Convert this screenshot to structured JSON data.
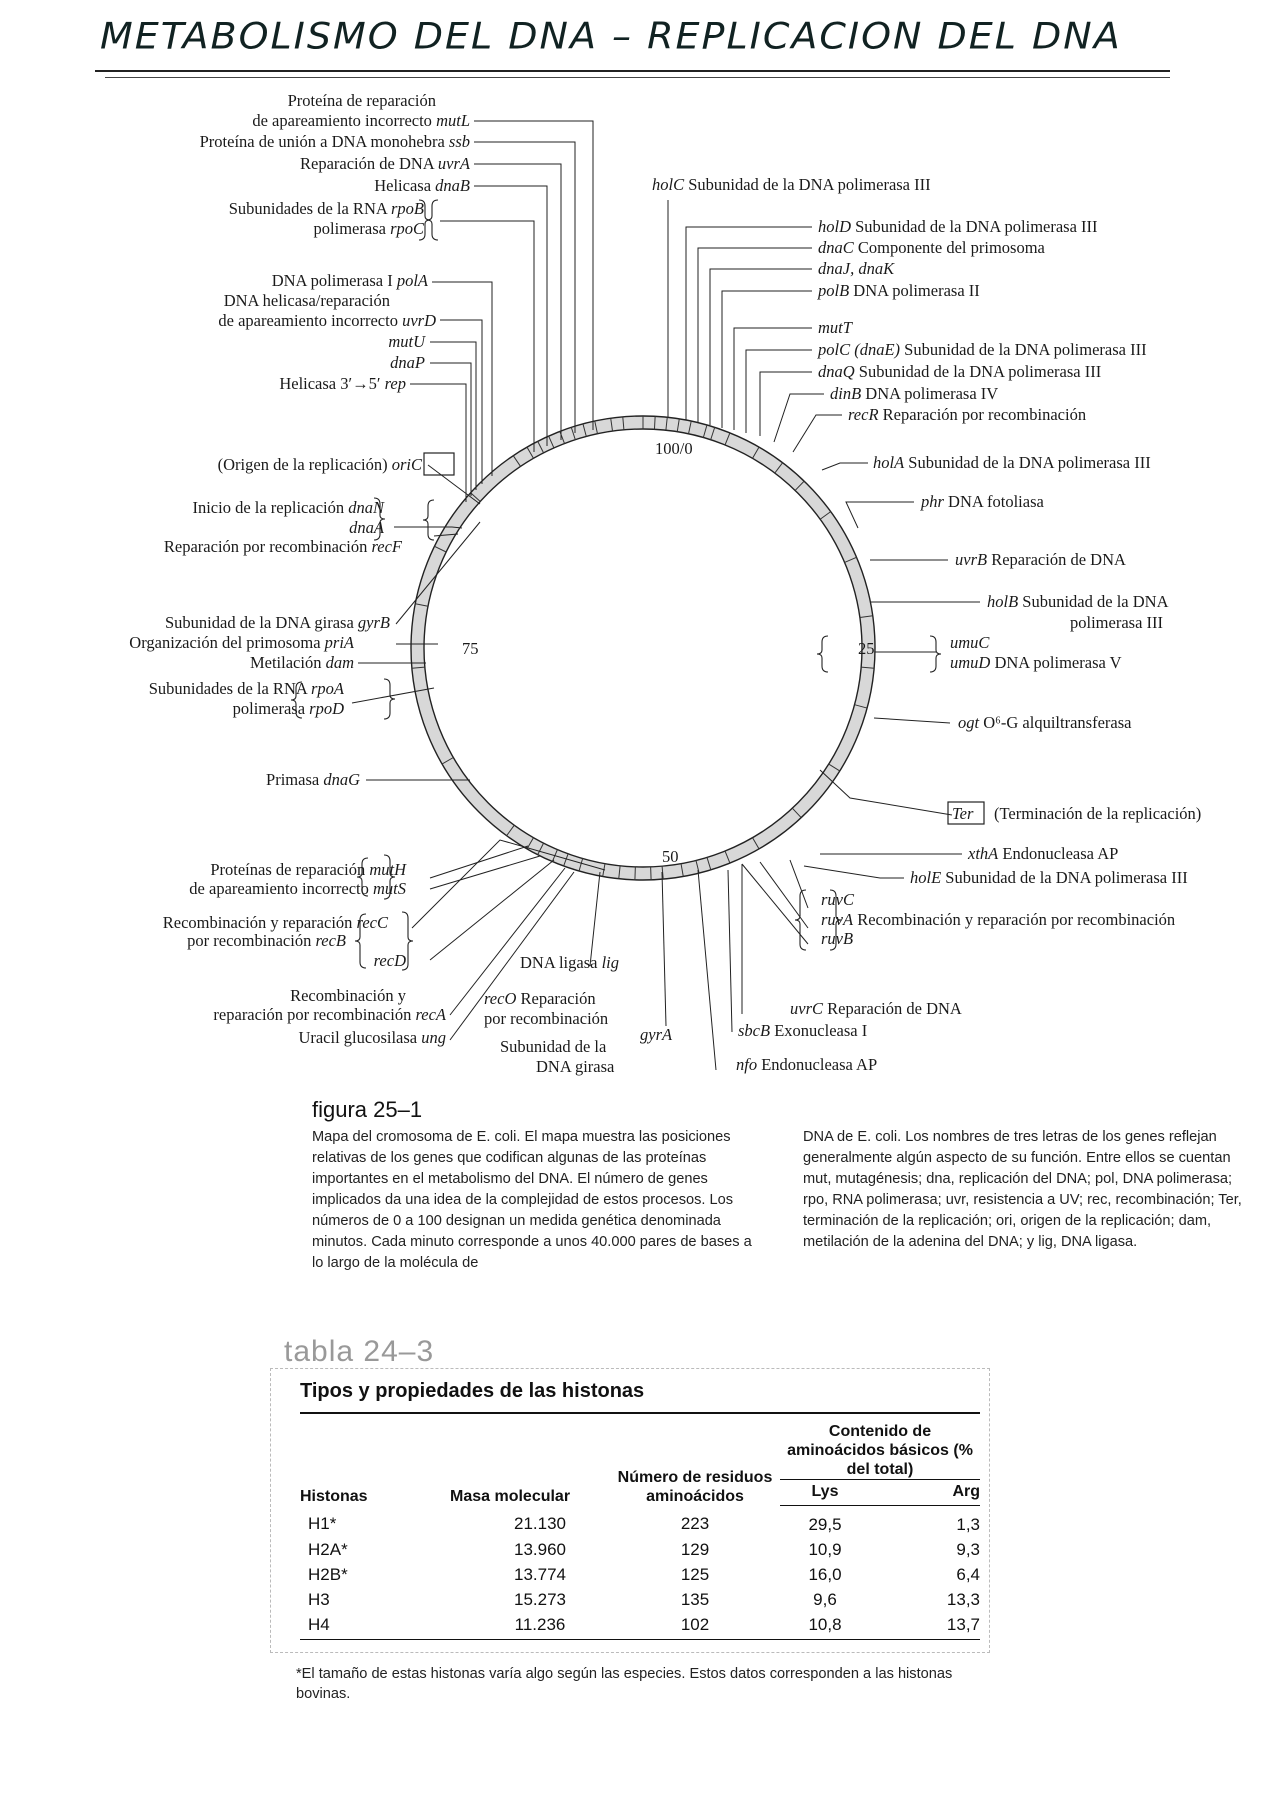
{
  "title": "METABOLISMO DEL DNA – REPLICACION DEL DNA",
  "map": {
    "ticks": {
      "top": "100/0",
      "right": "25",
      "bottom": "50",
      "left": "75"
    },
    "left_labels": [
      {
        "text": "Proteína de reparación",
        "gene": ""
      },
      {
        "text": "de apareamiento incorrecto",
        "gene": "mutL"
      },
      {
        "text": "Proteína de unión a DNA monohebra",
        "gene": "ssb"
      },
      {
        "text": "Reparación de DNA",
        "gene": "uvrA"
      },
      {
        "text": "Helicasa",
        "gene": "dnaB"
      },
      {
        "text": "Subunidades de la RNA",
        "gene": "rpoB"
      },
      {
        "text": "polimerasa",
        "gene": "rpoC"
      },
      {
        "text": "DNA polimerasa I",
        "gene": "polA"
      },
      {
        "text": "DNA helicasa/reparación",
        "gene": ""
      },
      {
        "text": "de apareamiento incorrecto",
        "gene": "uvrD"
      },
      {
        "text": "",
        "gene": "mutU"
      },
      {
        "text": "",
        "gene": "dnaP"
      },
      {
        "text": "Helicasa 3′→5′",
        "gene": "rep"
      },
      {
        "text": "(Origen de la replicación)",
        "gene": "oriC"
      },
      {
        "text": "Inicio de la replicación",
        "gene": "dnaN"
      },
      {
        "text": "",
        "gene": "dnaA"
      },
      {
        "text": "Reparación por recombinación",
        "gene": "recF"
      },
      {
        "text": "Subunidad de la DNA girasa",
        "gene": "gyrB"
      },
      {
        "text": "Organización del primosoma",
        "gene": "priA"
      },
      {
        "text": "Metilación",
        "gene": "dam"
      },
      {
        "text": "Subunidades de la RNA",
        "gene": "rpoA"
      },
      {
        "text": "polimerasa",
        "gene": "rpoD"
      },
      {
        "text": "Primasa",
        "gene": "dnaG"
      },
      {
        "text": "Proteínas de reparación",
        "gene": "mutH"
      },
      {
        "text": "de apareamiento incorrecto",
        "gene": "mutS"
      },
      {
        "text": "Recombinación y reparación",
        "gene": "recC"
      },
      {
        "text": "por recombinación",
        "gene": "recB"
      },
      {
        "text": "",
        "gene": "recD"
      },
      {
        "text": "Recombinación y",
        "gene": ""
      },
      {
        "text": "reparación por recombinación",
        "gene": "recA"
      },
      {
        "text": "Uracil glucosilasa",
        "gene": "ung"
      }
    ],
    "right_labels": [
      {
        "gene": "holC",
        "text": "Subunidad de la DNA polimerasa III"
      },
      {
        "gene": "holD",
        "text": "Subunidad de la DNA polimerasa III"
      },
      {
        "gene": "dnaC",
        "text": "Componente del primosoma"
      },
      {
        "gene": "dnaJ, dnaK",
        "text": ""
      },
      {
        "gene": "polB",
        "text": "DNA polimerasa II"
      },
      {
        "gene": "mutT",
        "text": ""
      },
      {
        "gene": "polC (dnaE)",
        "text": "Subunidad de la DNA polimerasa III"
      },
      {
        "gene": "dnaQ",
        "text": "Subunidad de la DNA polimerasa III"
      },
      {
        "gene": "dinB",
        "text": "DNA polimerasa IV"
      },
      {
        "gene": "recR",
        "text": "Reparación por recombinación"
      },
      {
        "gene": "holA",
        "text": "Subunidad de la DNA polimerasa III"
      },
      {
        "gene": "phr",
        "text": "DNA fotoliasa"
      },
      {
        "gene": "uvrB",
        "text": "Reparación de DNA"
      },
      {
        "gene": "holB",
        "text": "Subunidad de la DNA"
      },
      {
        "gene": "",
        "text": "polimerasa III"
      },
      {
        "gene": "umuC",
        "text": ""
      },
      {
        "gene": "umuD",
        "text": "DNA polimerasa V"
      },
      {
        "gene": "ogt",
        "text": "O⁶-G alquiltransferasa"
      },
      {
        "gene": "Ter",
        "text": "(Terminación de la replicación)"
      },
      {
        "gene": "xthA",
        "text": "Endonucleasa AP"
      },
      {
        "gene": "holE",
        "text": "Subunidad de la DNA polimerasa III"
      },
      {
        "gene": "ruvC",
        "text": ""
      },
      {
        "gene": "ruvA",
        "text": "Recombinación y reparación por recombinación"
      },
      {
        "gene": "ruvB",
        "text": ""
      },
      {
        "gene": "uvrC",
        "text": "Reparación de DNA"
      },
      {
        "gene": "sbcB",
        "text": "Exonucleasa I"
      },
      {
        "gene": "nfo",
        "text": "Endonucleasa AP"
      }
    ],
    "bottom_labels": [
      {
        "text": "DNA ligasa",
        "gene": "lig"
      },
      {
        "gene": "recO",
        "text": "Reparación"
      },
      {
        "text": "por recombinación",
        "gene": ""
      },
      {
        "text": "Subunidad de la",
        "gene": "gyrA"
      },
      {
        "text": "DNA girasa",
        "gene": ""
      }
    ]
  },
  "caption": {
    "figure": "figura 25–1",
    "left": "Mapa del cromosoma de E. coli. El mapa muestra las posiciones relativas de los genes que codifican algunas de las proteínas importantes en el metabolismo del DNA. El número de genes implicados da una idea de la complejidad de estos procesos. Los números de 0 a 100 designan un medida genética denominada minutos. Cada minuto corresponde a unos 40.000 pares de bases a lo largo de la molécula de",
    "right": "DNA de E. coli. Los nombres de tres letras de los genes reflejan generalmente algún aspecto de su función. Entre ellos se cuentan mut, mutagénesis; dna, replicación del DNA; pol, DNA polimerasa; rpo, RNA polimerasa; uvr, resistencia a UV; rec, recombinación; Ter, terminación de la replicación; ori, origen de la replicación; dam, metilación de la adenina del DNA; y lig, DNA ligasa."
  },
  "table": {
    "label": "tabla 24–3",
    "title": "Tipos y propiedades de las histonas",
    "headers": {
      "histonas": "Histonas",
      "masa": "Masa molecular",
      "residuos": "Número de residuos aminoácidos",
      "contenido": "Contenido de aminoácidos básicos (% del total)",
      "lys": "Lys",
      "arg": "Arg"
    },
    "rows": [
      [
        "H1*",
        "21.130",
        "223",
        "29,5",
        "1,3"
      ],
      [
        "H2A*",
        "13.960",
        "129",
        "10,9",
        "9,3"
      ],
      [
        "H2B*",
        "13.774",
        "125",
        "16,0",
        "6,4"
      ],
      [
        "H3",
        "15.273",
        "135",
        "9,6",
        "13,3"
      ],
      [
        "H4",
        "11.236",
        "102",
        "10,8",
        "13,7"
      ]
    ],
    "footnote": "*El tamaño de estas histonas varía algo según las especies. Estos datos corresponden a las histonas bovinas."
  }
}
